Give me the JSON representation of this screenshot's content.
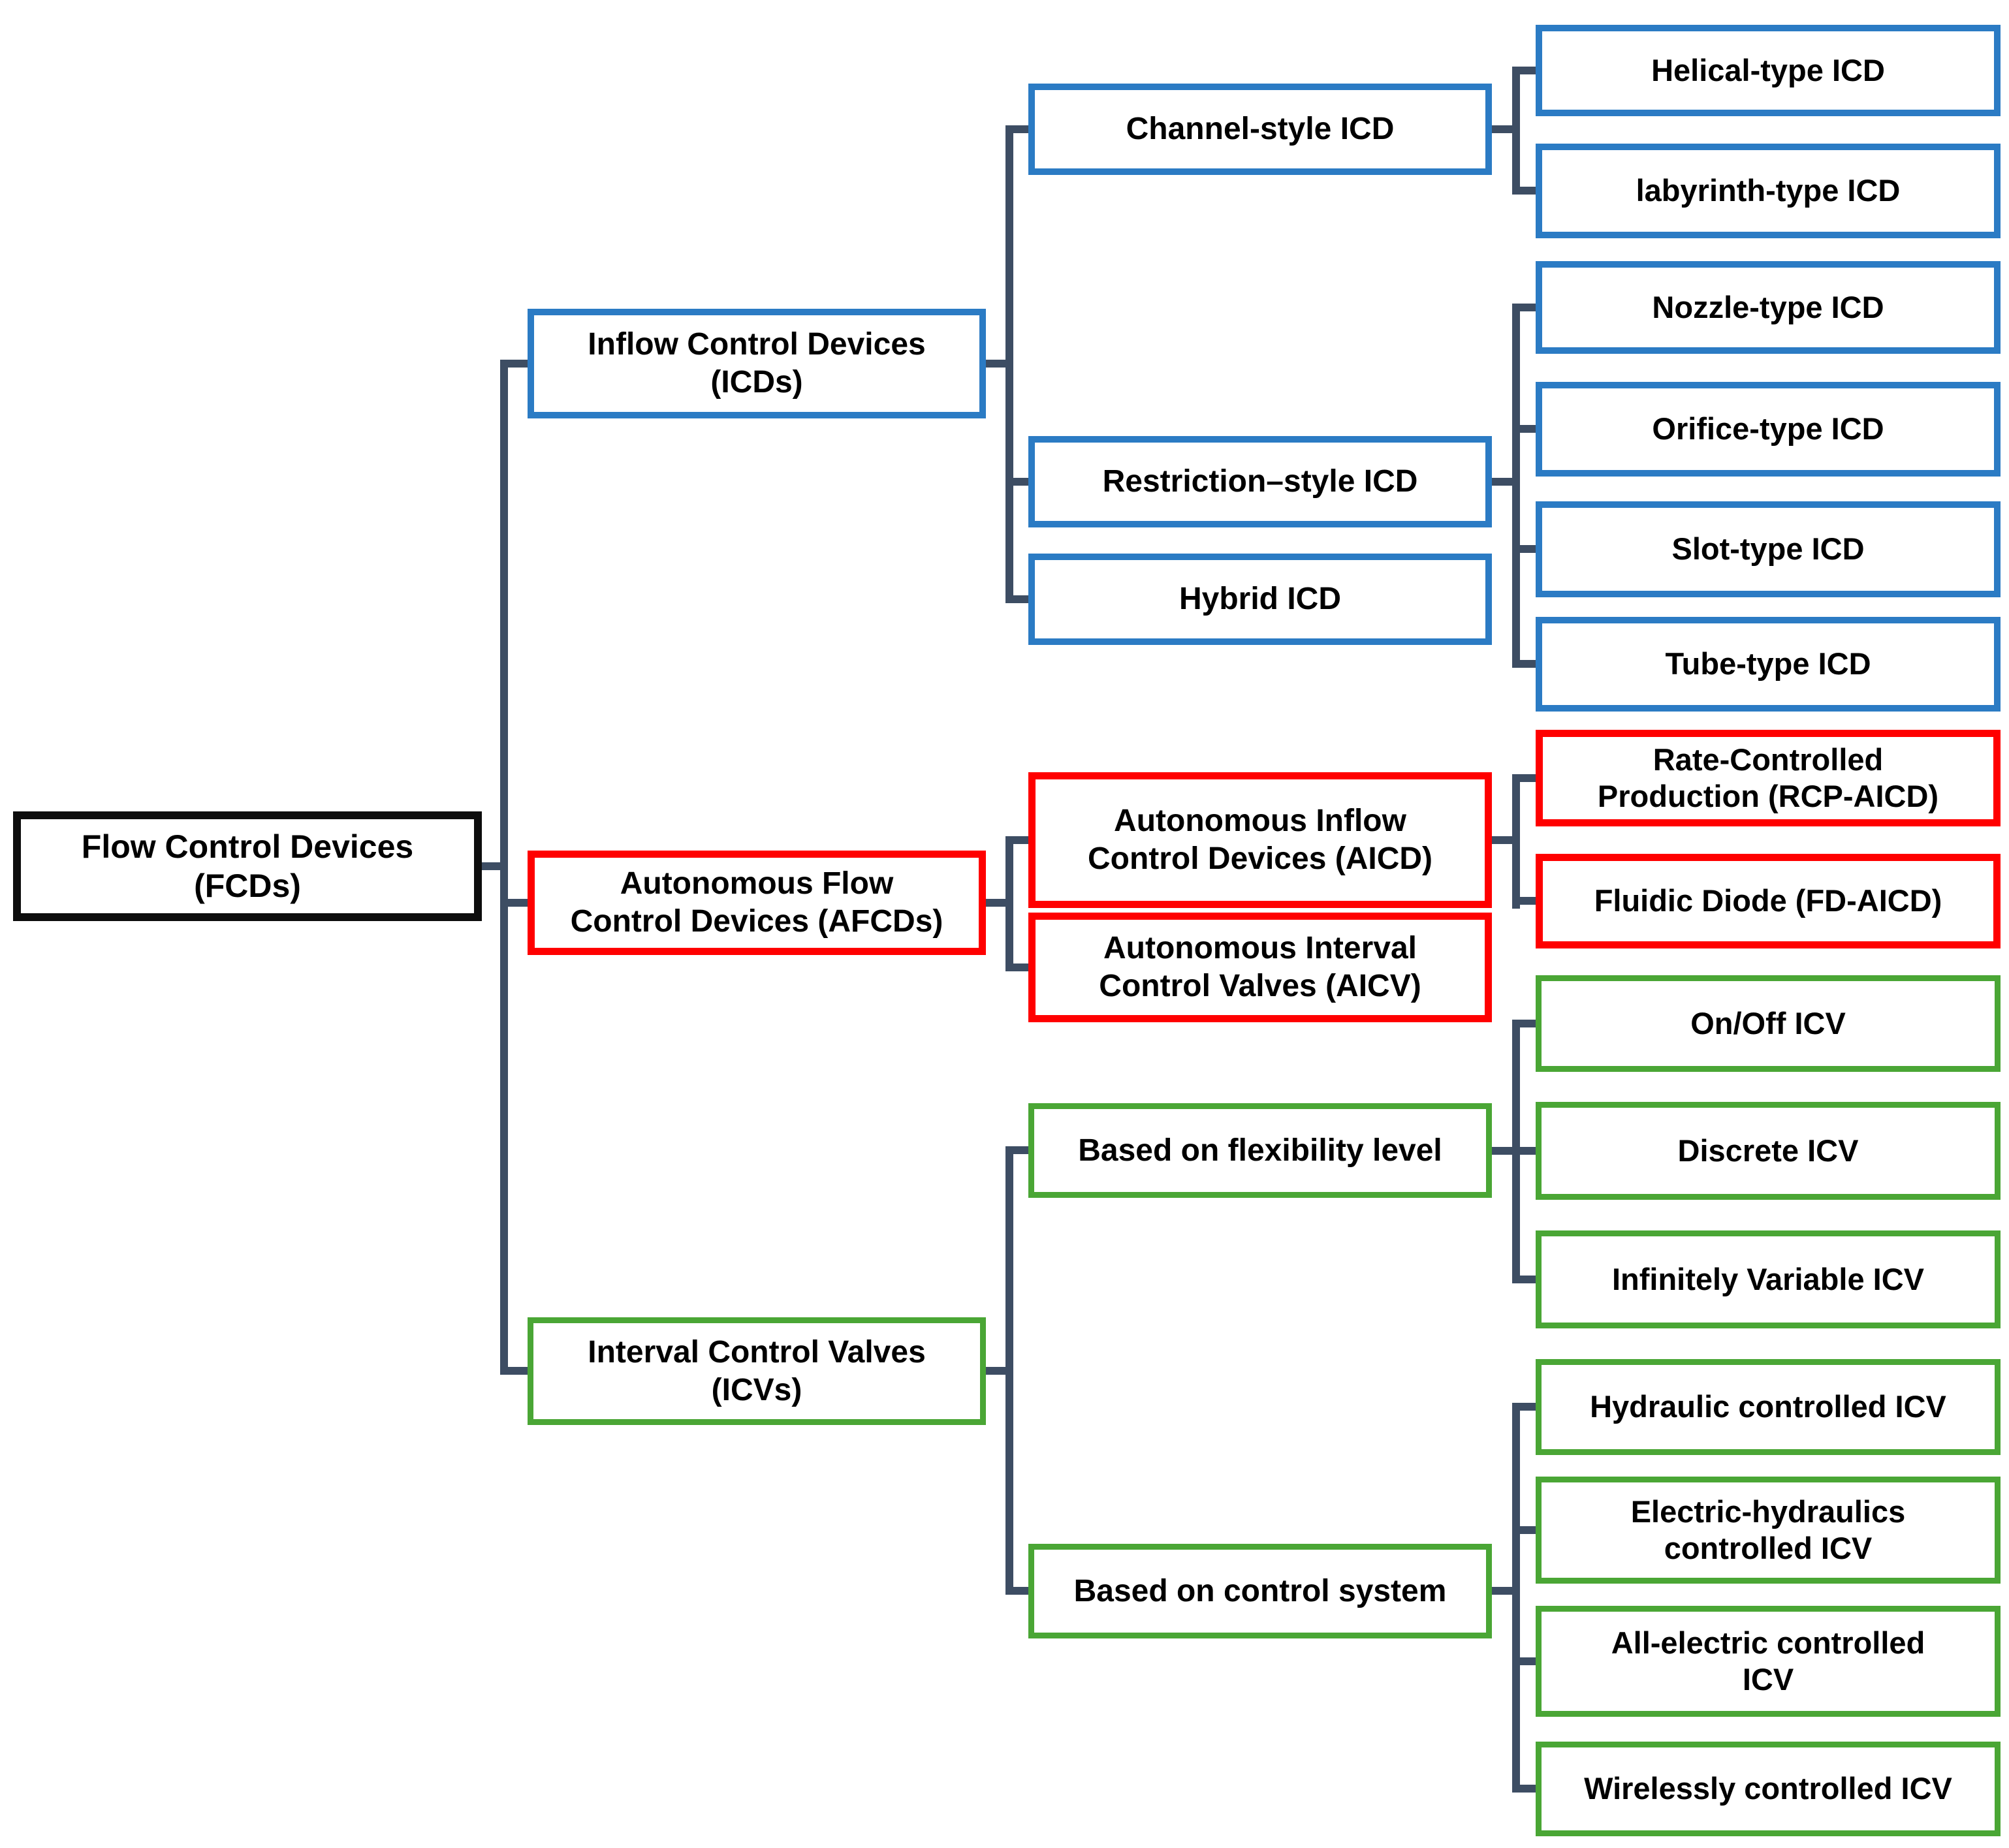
{
  "diagram_title": "Flow Control Devices classification tree",
  "colors": {
    "background": "#ffffff",
    "text": "#000000",
    "connector": "#3d4d63",
    "root_border": "#0d0d0d",
    "icd_branch_border": "#2b7bc4",
    "afcd_branch_border": "#ff0000",
    "icv_branch_border": "#4aa635"
  },
  "nodes": {
    "fcd": {
      "label": "Flow Control Devices\n(FCDs)"
    },
    "icd": {
      "label": "Inflow Control Devices\n(ICDs)"
    },
    "channel": {
      "label": "Channel-style ICD"
    },
    "helical": {
      "label": "Helical-type ICD"
    },
    "labyrinth": {
      "label": "labyrinth-type ICD"
    },
    "restriction": {
      "label": "Restriction–style ICD"
    },
    "nozzle": {
      "label": "Nozzle-type ICD"
    },
    "orifice": {
      "label": "Orifice-type ICD"
    },
    "slot": {
      "label": "Slot-type ICD"
    },
    "tube": {
      "label": "Tube-type ICD"
    },
    "hybrid": {
      "label": "Hybrid ICD"
    },
    "afcd": {
      "label": "Autonomous Flow\nControl Devices (AFCDs)"
    },
    "aicd": {
      "label": "Autonomous Inflow\nControl Devices (AICD)"
    },
    "rcp": {
      "label": "Rate-Controlled\nProduction (RCP-AICD)"
    },
    "fd": {
      "label": "Fluidic Diode (FD-AICD)"
    },
    "aicv": {
      "label": "Autonomous Interval\nControl Valves (AICV)"
    },
    "icv": {
      "label": "Interval Control Valves\n(ICVs)"
    },
    "flexibility": {
      "label": "Based on flexibility level"
    },
    "onoff": {
      "label": "On/Off ICV"
    },
    "discrete": {
      "label": "Discrete ICV"
    },
    "infinitely": {
      "label": "Infinitely Variable ICV"
    },
    "control": {
      "label": "Based on control system"
    },
    "hydraulic": {
      "label": "Hydraulic controlled ICV"
    },
    "electric_hydraulics": {
      "label": "Electric-hydraulics\ncontrolled ICV"
    },
    "all_electric": {
      "label": "All-electric controlled\nICV"
    },
    "wireless": {
      "label": "Wirelessly controlled ICV"
    }
  },
  "hierarchy": {
    "root": "Flow Control Devices (FCDs)",
    "children": [
      {
        "name": "Inflow Control Devices (ICDs)",
        "children": [
          {
            "name": "Channel-style ICD",
            "children": [
              "Helical-type ICD",
              "labyrinth-type ICD"
            ]
          },
          {
            "name": "Restriction–style ICD",
            "children": [
              "Nozzle-type ICD",
              "Orifice-type ICD",
              "Slot-type ICD",
              "Tube-type ICD"
            ]
          },
          {
            "name": "Hybrid ICD",
            "children": []
          }
        ]
      },
      {
        "name": "Autonomous Flow Control Devices (AFCDs)",
        "children": [
          {
            "name": "Autonomous Inflow Control Devices (AICD)",
            "children": [
              "Rate-Controlled Production (RCP-AICD)",
              "Fluidic Diode (FD-AICD)"
            ]
          },
          {
            "name": "Autonomous Interval Control Valves (AICV)",
            "children": []
          }
        ]
      },
      {
        "name": "Interval Control Valves (ICVs)",
        "children": [
          {
            "name": "Based on flexibility level",
            "children": [
              "On/Off ICV",
              "Discrete ICV",
              "Infinitely Variable ICV"
            ]
          },
          {
            "name": "Based on control system",
            "children": [
              "Hydraulic controlled ICV",
              "Electric-hydraulics controlled ICV",
              "All-electric controlled ICV",
              "Wirelessly controlled ICV"
            ]
          }
        ]
      }
    ]
  }
}
